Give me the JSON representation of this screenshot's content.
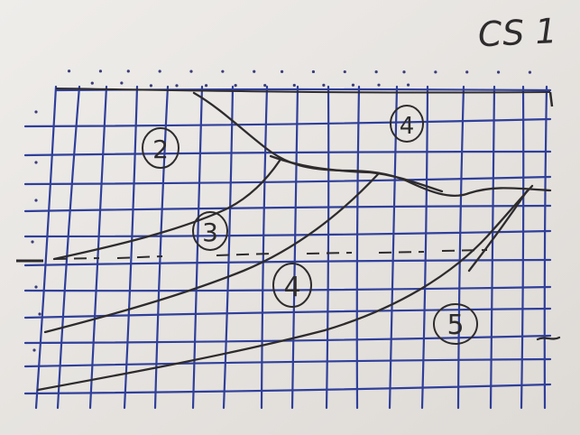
{
  "title": "CS 1",
  "colors": {
    "paper": "#e9e6e3",
    "grid_ink": "#2f3f9a",
    "pen_ink": "#2e2b2d",
    "dot_ink": "#3a3d7a"
  },
  "zones": [
    {
      "label": "2"
    },
    {
      "label": "4"
    },
    {
      "label": "3"
    },
    {
      "label": "4"
    },
    {
      "label": "5"
    }
  ]
}
